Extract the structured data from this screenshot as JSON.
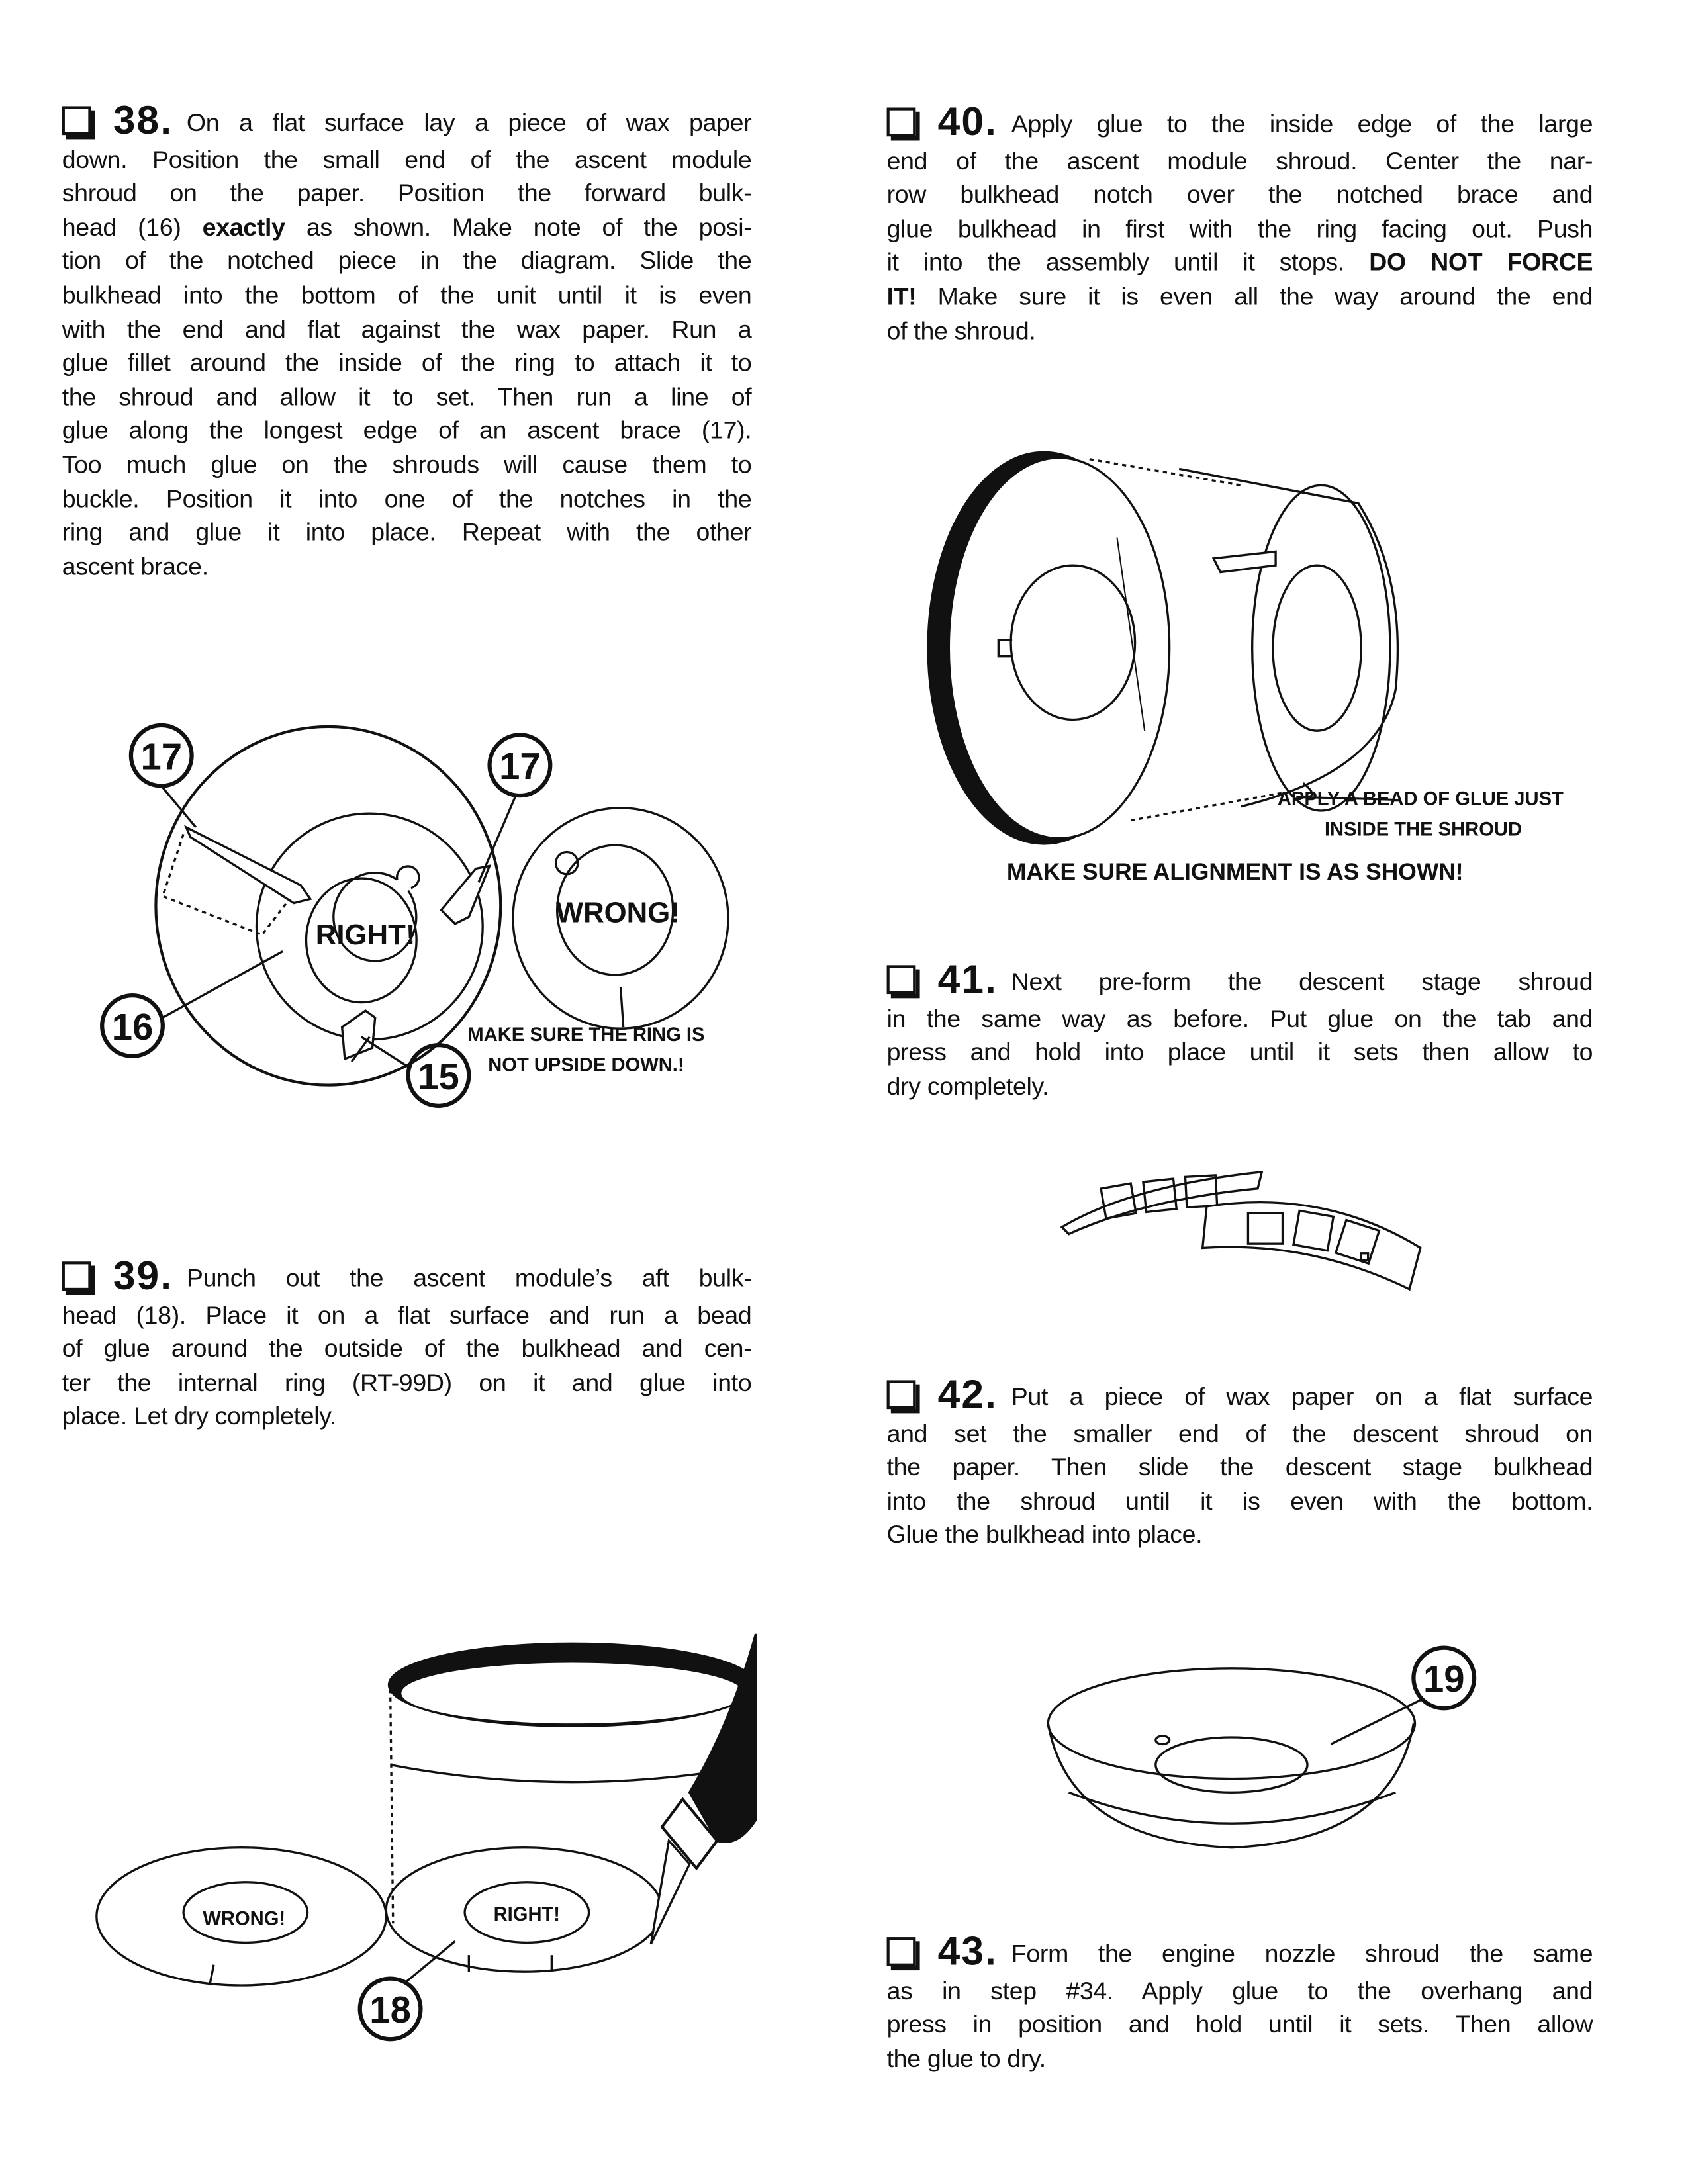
{
  "steps": [
    {
      "id": "38",
      "number": "38.",
      "lines": [
        [
          "On a flat surface lay a piece of wax paper"
        ],
        [
          "down.  Position the small end of  the ascent module"
        ],
        [
          "shroud on the paper.  Position the forward bulk-"
        ],
        [
          "head (16) ",
          {
            "bold": "exactly"
          },
          " as shown. Make note of the posi-"
        ],
        [
          "tion of the notched piece in the diagram. Slide the"
        ],
        [
          "bulkhead into the bottom of the unit until it is even"
        ],
        [
          "with the end and flat against the wax paper.  Run a"
        ],
        [
          "glue fillet around the inside of the ring to attach it to"
        ],
        [
          "the shroud and allow it to set. Then run a line of"
        ],
        [
          "glue along the longest edge of an ascent brace (17)."
        ],
        [
          "Too much glue on the shrouds will cause them to"
        ],
        [
          "buckle.  Position it into one of the notches in the"
        ],
        [
          "ring and glue it into place.  Repeat with the other"
        ],
        [
          "ascent brace."
        ]
      ]
    },
    {
      "id": "39",
      "number": "39.",
      "lines": [
        [
          "Punch out the ascent module’s aft bulk-"
        ],
        [
          "head (18).  Place it on a flat surface and run a bead"
        ],
        [
          "of glue around the outside of the bulkhead and cen-"
        ],
        [
          "ter the internal ring (RT-99D) on it and glue into"
        ],
        [
          "place.  Let dry completely."
        ]
      ]
    },
    {
      "id": "40",
      "number": "40.",
      "lines": [
        [
          "Apply glue to the inside edge of the large"
        ],
        [
          "end of the ascent module shroud.  Center the nar-"
        ],
        [
          "row bulkhead notch over the notched brace and"
        ],
        [
          "glue bulkhead in first with the ring facing out.  Push"
        ],
        [
          "it into the assembly until it stops. ",
          {
            "bold": "DO NOT FORCE"
          }
        ],
        [
          {
            "bold": "IT!"
          },
          " Make sure it is even all the way around the end"
        ],
        [
          "of the shroud."
        ]
      ]
    },
    {
      "id": "41",
      "number": "41.",
      "lines": [
        [
          "Next pre-form the descent stage shroud"
        ],
        [
          "in the same way as before.  Put glue on the tab and"
        ],
        [
          "press and hold into place until it sets then allow to"
        ],
        [
          "dry completely."
        ]
      ]
    },
    {
      "id": "42",
      "number": "42.",
      "lines": [
        [
          "Put a piece of wax paper on a flat surface"
        ],
        [
          "and set the smaller end of the descent shroud on"
        ],
        [
          "the paper.  Then slide the descent stage bulkhead"
        ],
        [
          "into the shroud until it is even with the bottom."
        ],
        [
          "Glue the bulkhead into place."
        ]
      ]
    },
    {
      "id": "43",
      "number": "43.",
      "lines": [
        [
          "Form the engine nozzle shroud the same"
        ],
        [
          "as in step #34.  Apply glue to the overhang and"
        ],
        [
          "press in position and hold until it sets.  Then allow"
        ],
        [
          "the glue to dry."
        ]
      ]
    }
  ],
  "diagram38": {
    "callouts": [
      "17",
      "17",
      "16",
      "15"
    ],
    "right_label": "RIGHT!",
    "wrong_label": "WRONG!",
    "note": [
      "MAKE SURE THE RING IS",
      "NOT UPSIDE DOWN.!"
    ]
  },
  "diagram39": {
    "callout": "18",
    "wrong_label": "WRONG!",
    "right_label": "RIGHT!"
  },
  "diagram40": {
    "glue_note": [
      "APPLY A BEAD OF GLUE JUST",
      "INSIDE THE SHROUD"
    ],
    "alignment_note": "MAKE SURE ALIGNMENT IS AS SHOWN!"
  },
  "diagram42": {
    "callout": "19"
  }
}
